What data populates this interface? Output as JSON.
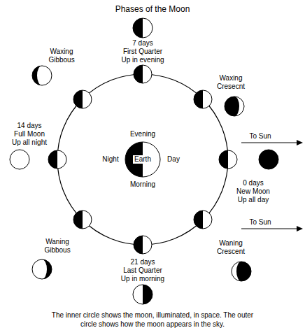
{
  "diagram": {
    "title": "Phases of the Moon",
    "caption": "The inner circle shows the moon, illuminated, in space. The outer circle shows how the moon appears in the sky.",
    "nodes": [
      {
        "text": [
          "Earth"
        ]
      }
    ],
    "labels": [
      "7 days",
      "First Quarter",
      "Up in evening",
      "Waxing Gibbous",
      "Waxing Cresecnt",
      "14 days",
      "Full Moon",
      "Up all night",
      "To Sun",
      "Evening",
      "Night",
      "Day",
      "Morning",
      "0 days",
      "New Moon",
      "Up all day",
      "To Sun",
      "Waning Gibbous",
      "Waning Crescent",
      "21 days",
      "Last Quarter",
      "Up in morning"
    ]
  }
}
